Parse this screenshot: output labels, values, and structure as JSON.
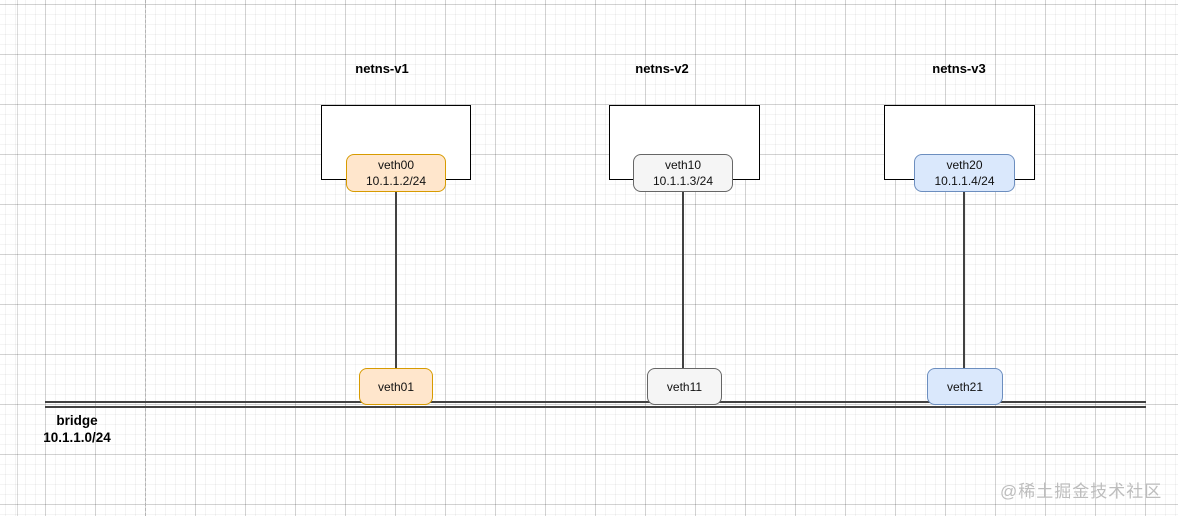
{
  "diagram": {
    "namespaces": [
      {
        "title": "netns-v1",
        "veth_inner": {
          "name": "veth00",
          "ip": "10.1.1.2/24"
        },
        "veth_bridge": {
          "name": "veth01"
        },
        "colors": {
          "fill": "#ffe6cc",
          "stroke": "#d79b00"
        }
      },
      {
        "title": "netns-v2",
        "veth_inner": {
          "name": "veth10",
          "ip": "10.1.1.3/24"
        },
        "veth_bridge": {
          "name": "veth11"
        },
        "colors": {
          "fill": "#f5f5f5",
          "stroke": "#666666"
        }
      },
      {
        "title": "netns-v3",
        "veth_inner": {
          "name": "veth20",
          "ip": "10.1.1.4/24"
        },
        "veth_bridge": {
          "name": "veth21"
        },
        "colors": {
          "fill": "#dae8fc",
          "stroke": "#6c8ebf"
        }
      }
    ],
    "bridge": {
      "name": "bridge",
      "subnet": "10.1.1.0/24"
    },
    "watermark": "@稀土掘金技术社区"
  }
}
